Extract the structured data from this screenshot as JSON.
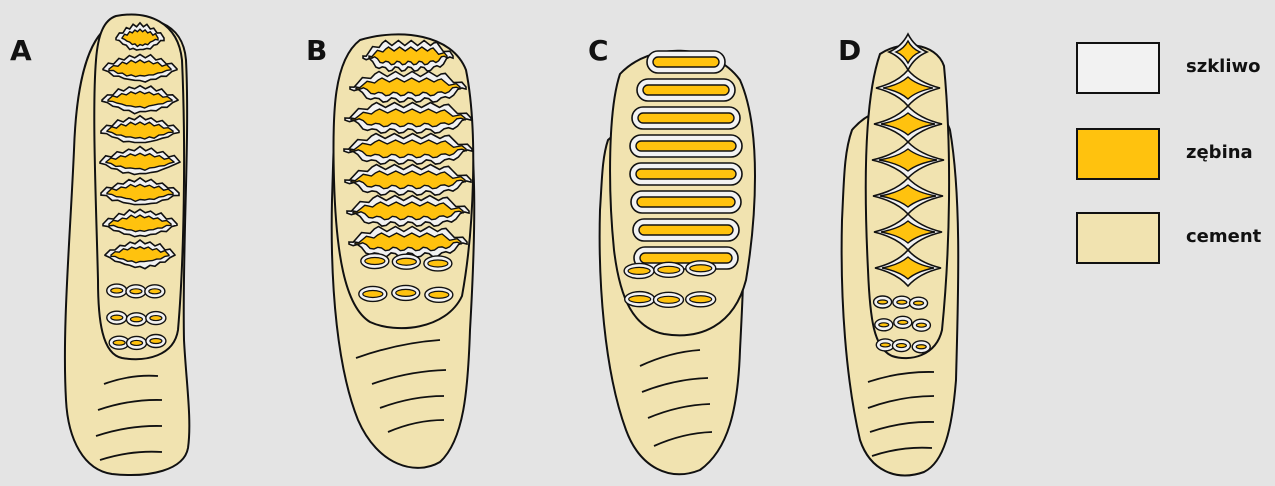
{
  "panels": [
    {
      "letter": "A",
      "plate_style": "serrated",
      "plate_count": 8,
      "small_rows": 3
    },
    {
      "letter": "B",
      "plate_style": "wavy",
      "plate_count": 7,
      "small_rows": 2
    },
    {
      "letter": "C",
      "plate_style": "smooth",
      "plate_count": 8,
      "small_rows": 2
    },
    {
      "letter": "D",
      "plate_style": "diamond",
      "plate_count": 7,
      "small_rows": 3
    }
  ],
  "legend": [
    {
      "label": "szkliwo",
      "color": "#f2f2f2"
    },
    {
      "label": "zębina",
      "color": "#ffc20e"
    },
    {
      "label": "cement",
      "color": "#f1e3b0"
    }
  ],
  "colors": {
    "background": "#e4e4e4",
    "enamel": "#f2f2f2",
    "dentine": "#ffc20e",
    "cement": "#f1e3b0",
    "outline": "#111111"
  }
}
